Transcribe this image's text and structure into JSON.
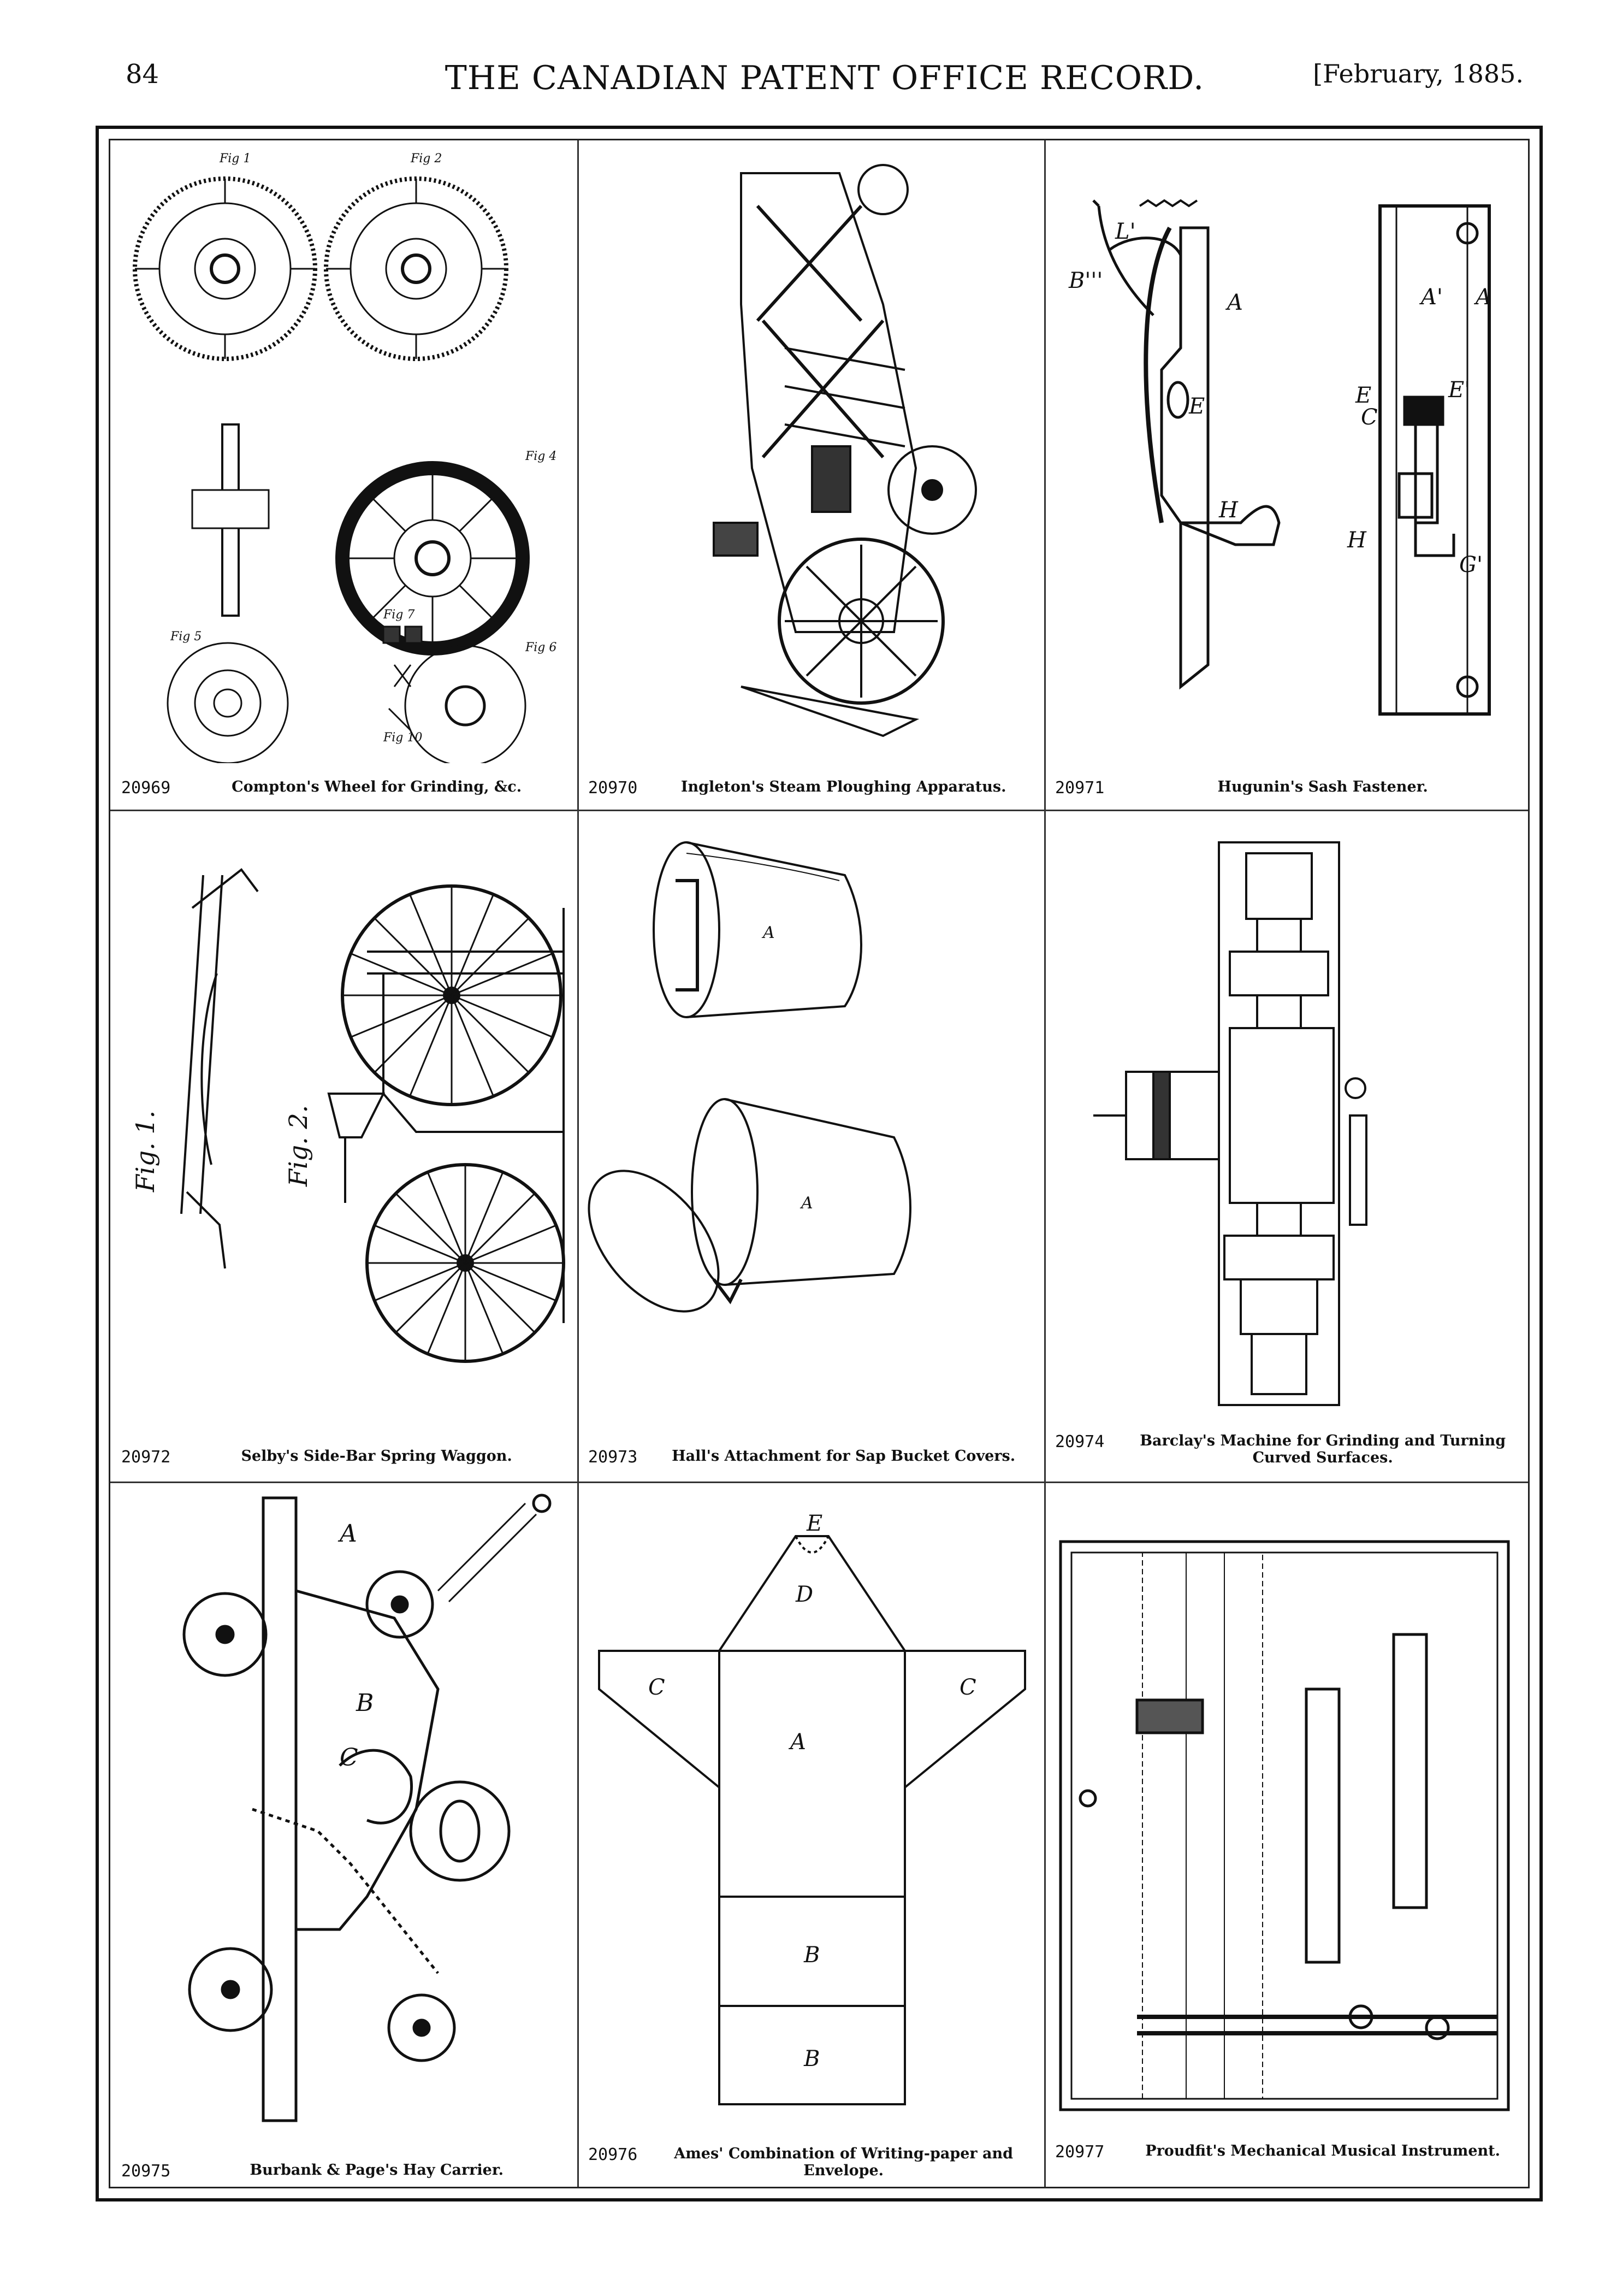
{
  "header": {
    "page_number": "84",
    "journal_title": "THE CANADIAN PATENT OFFICE RECORD.",
    "issue_date": "[February, 1885."
  },
  "patents": [
    {
      "number": "20969",
      "title": "Compton's Wheel for Grinding, &c."
    },
    {
      "number": "20970",
      "title": "Ingleton's Steam Ploughing Apparatus."
    },
    {
      "number": "20971",
      "title": "Hugunin's Sash Fastener."
    },
    {
      "number": "20972",
      "title": "Selby's Side-Bar Spring Waggon."
    },
    {
      "number": "20973",
      "title": "Hall's Attachment for Sap Bucket Covers."
    },
    {
      "number": "20974",
      "title": "Barclay's Machine for Grinding and Turning Curved Surfaces."
    },
    {
      "number": "20975",
      "title": "Burbank & Page's Hay Carrier."
    },
    {
      "number": "20976",
      "title": "Ames' Combination of Writing-paper and Envelope."
    },
    {
      "number": "20977",
      "title": "Proudfit's Mechanical Musical Instrument."
    }
  ],
  "figure_labels": {
    "fig1": "Fig 1",
    "fig2": "Fig 2",
    "fig4": "Fig 4",
    "fig5": "Fig 5",
    "fig6": "Fig 6",
    "fig7": "Fig 7",
    "fig10": "Fig 10",
    "waggon_fig1": "Fig. 1.",
    "waggon_fig2": "Fig. 2.",
    "sash_A": "A",
    "sash_A1": "A'",
    "sash_B": "B'''",
    "sash_E": "E",
    "sash_E1": "E'",
    "sash_C": "C",
    "sash_H": "H",
    "sash_G": "G'",
    "sash_L": "L'",
    "env_A": "A",
    "env_B": "B",
    "env_B2": "B",
    "env_C": "C",
    "env_C2": "C",
    "env_D": "D",
    "env_E": "E",
    "hay_A": "A",
    "hay_B": "B",
    "hay_C": "C",
    "bucket_A": "A"
  }
}
